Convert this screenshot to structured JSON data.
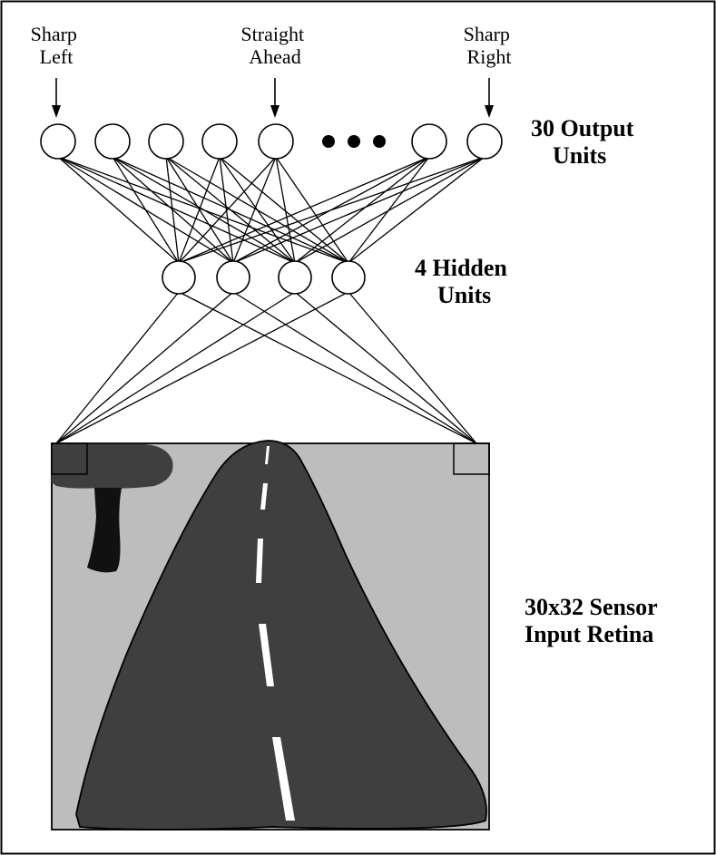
{
  "labels": {
    "sharp_left": [
      "Sharp",
      "Left"
    ],
    "straight_ahead": [
      "Straight",
      "Ahead"
    ],
    "sharp_right": [
      "Sharp",
      "Right"
    ],
    "output_units": [
      "30 Output",
      "Units"
    ],
    "hidden_units": [
      "4 Hidden",
      "Units"
    ],
    "sensor_retina": [
      "30x32 Sensor",
      "Input Retina"
    ]
  },
  "network": {
    "output_units_drawn": 7,
    "hidden_units_drawn": 4,
    "ellipsis": "three dots"
  },
  "retina_image": {
    "scene": "road with dashed center line, tree at upper left",
    "colors": {
      "background": "#bdbdbd",
      "road": "#3f3f3f",
      "lane_marking": "#ffffff",
      "tree_canopy": "#3f3f3f",
      "tree_trunk": "#111111",
      "outline": "#000000"
    }
  },
  "icons": [
    "down-arrow-icon",
    "ellipsis-icon"
  ]
}
